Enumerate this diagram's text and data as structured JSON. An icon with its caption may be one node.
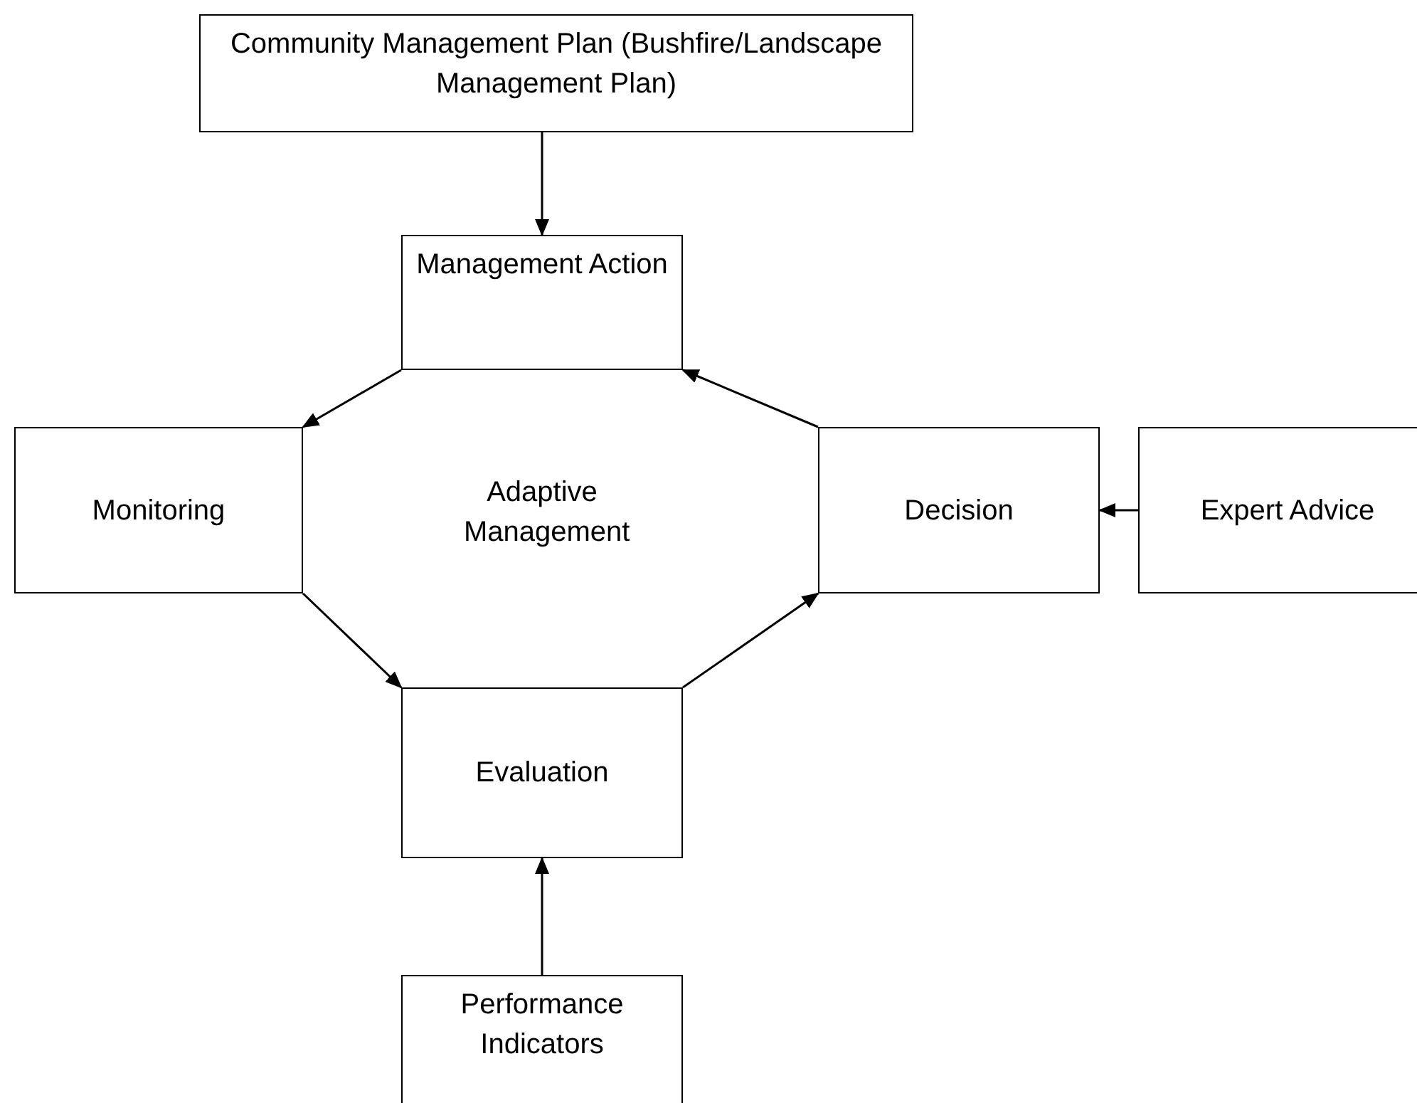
{
  "diagram": {
    "nodes": [
      {
        "text": [
          "Community Management Plan (Bushfire/Landscape Management Plan)"
        ]
      },
      {
        "text": [
          "Management Action"
        ]
      },
      {
        "text": [
          "Monitoring"
        ]
      },
      {
        "text": [
          "Decision"
        ]
      },
      {
        "text": [
          "Expert Advice"
        ]
      },
      {
        "text": [
          "Evaluation"
        ]
      },
      {
        "text": [
          "Performance Indicators"
        ]
      }
    ],
    "edges": [
      {
        "from": 0,
        "to": 1,
        "arrow": "to"
      },
      {
        "from": 1,
        "to": 2,
        "arrow": "to"
      },
      {
        "from": 2,
        "to": 5,
        "arrow": "to"
      },
      {
        "from": 5,
        "to": 3,
        "arrow": "to"
      },
      {
        "from": 3,
        "to": 1,
        "arrow": "to"
      },
      {
        "from": 4,
        "to": 3,
        "arrow": "to"
      },
      {
        "from": 6,
        "to": 5,
        "arrow": "to"
      }
    ],
    "labels": [
      "Adaptive Management"
    ]
  }
}
